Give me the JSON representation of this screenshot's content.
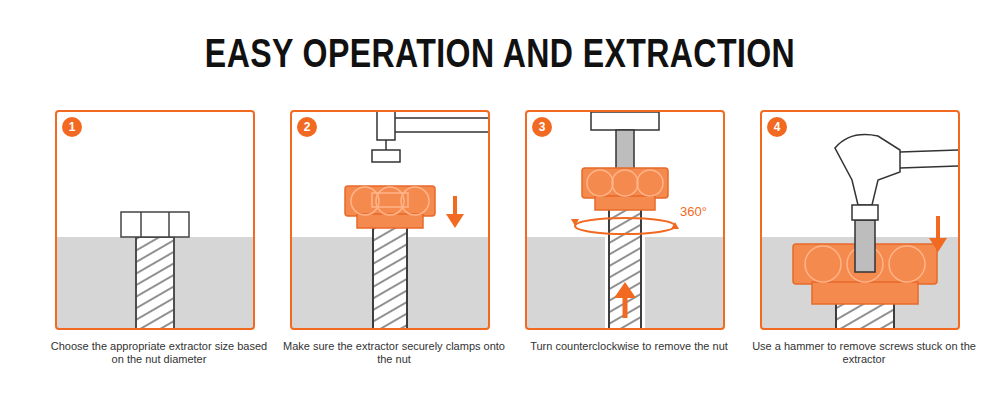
{
  "diagram": {
    "title": "EASY OPERATION AND EXTRACTION",
    "nodes": [
      {
        "text": [
          "Choose the appropriate extractor size based on the nut diameter"
        ]
      },
      {
        "text": [
          "1"
        ],
        "in": 0
      },
      {
        "text": [
          "Make sure the extractor securely clamps onto the nut"
        ]
      },
      {
        "text": [
          "2"
        ],
        "in": 2
      },
      {
        "text": [
          "Turn counterclockwise to remove the nut"
        ]
      },
      {
        "text": [
          "3"
        ],
        "in": 4
      },
      {
        "text": [
          "Use a hammer to remove screws stuck on the extractor"
        ]
      },
      {
        "text": [
          "4"
        ],
        "in": 6
      }
    ],
    "labels": [
      "360°"
    ]
  }
}
